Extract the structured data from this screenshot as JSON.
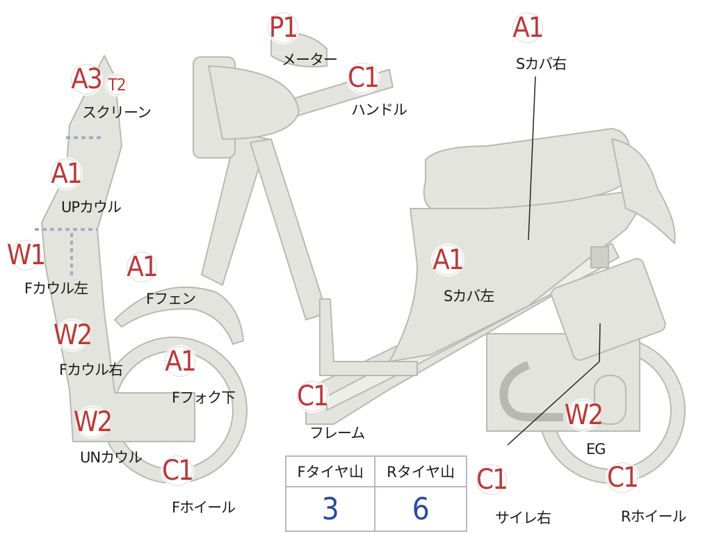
{
  "parts": [
    {
      "id": "p1",
      "code": "P1",
      "label": "メーター"
    },
    {
      "id": "c1-handle",
      "code": "C1",
      "label": "ハンドル"
    },
    {
      "id": "a1-scover-r",
      "code": "A1",
      "label": "Sカバ右"
    },
    {
      "id": "a3",
      "code": "A3",
      "label": "スクリーン"
    },
    {
      "id": "t2",
      "code": "T2",
      "label": ""
    },
    {
      "id": "a1-upcowl",
      "code": "A1",
      "label": "UPカウル"
    },
    {
      "id": "w1",
      "code": "W1",
      "label": "Fカウル左"
    },
    {
      "id": "a1-ffen",
      "code": "A1",
      "label": "Fフェン"
    },
    {
      "id": "a1-scover-l",
      "code": "A1",
      "label": "Sカバ左"
    },
    {
      "id": "w2-fcowl-r",
      "code": "W2",
      "label": "Fカウル右"
    },
    {
      "id": "a1-ffork",
      "code": "A1",
      "label": "Fフォク下"
    },
    {
      "id": "c1-frame",
      "code": "C1",
      "label": "フレーム"
    },
    {
      "id": "w2-uncowl",
      "code": "W2",
      "label": "UNカウル"
    },
    {
      "id": "c1-fwheel",
      "code": "C1",
      "label": "Fホイール"
    },
    {
      "id": "w2-eg",
      "code": "W2",
      "label": "EG"
    },
    {
      "id": "c1-muffler",
      "code": "C1",
      "label": "サイレ右"
    },
    {
      "id": "c1-rwheel",
      "code": "C1",
      "label": "Rホイール"
    }
  ],
  "tread_table": {
    "headers": [
      "Fタイヤ山",
      "Rタイヤ山"
    ],
    "values": [
      "3",
      "6"
    ]
  },
  "colors": {
    "badge_text": "#b83a3a",
    "body_fill": "#e4e4de",
    "body_stroke": "#b9b9b3",
    "table_value": "#2a4a9a"
  }
}
